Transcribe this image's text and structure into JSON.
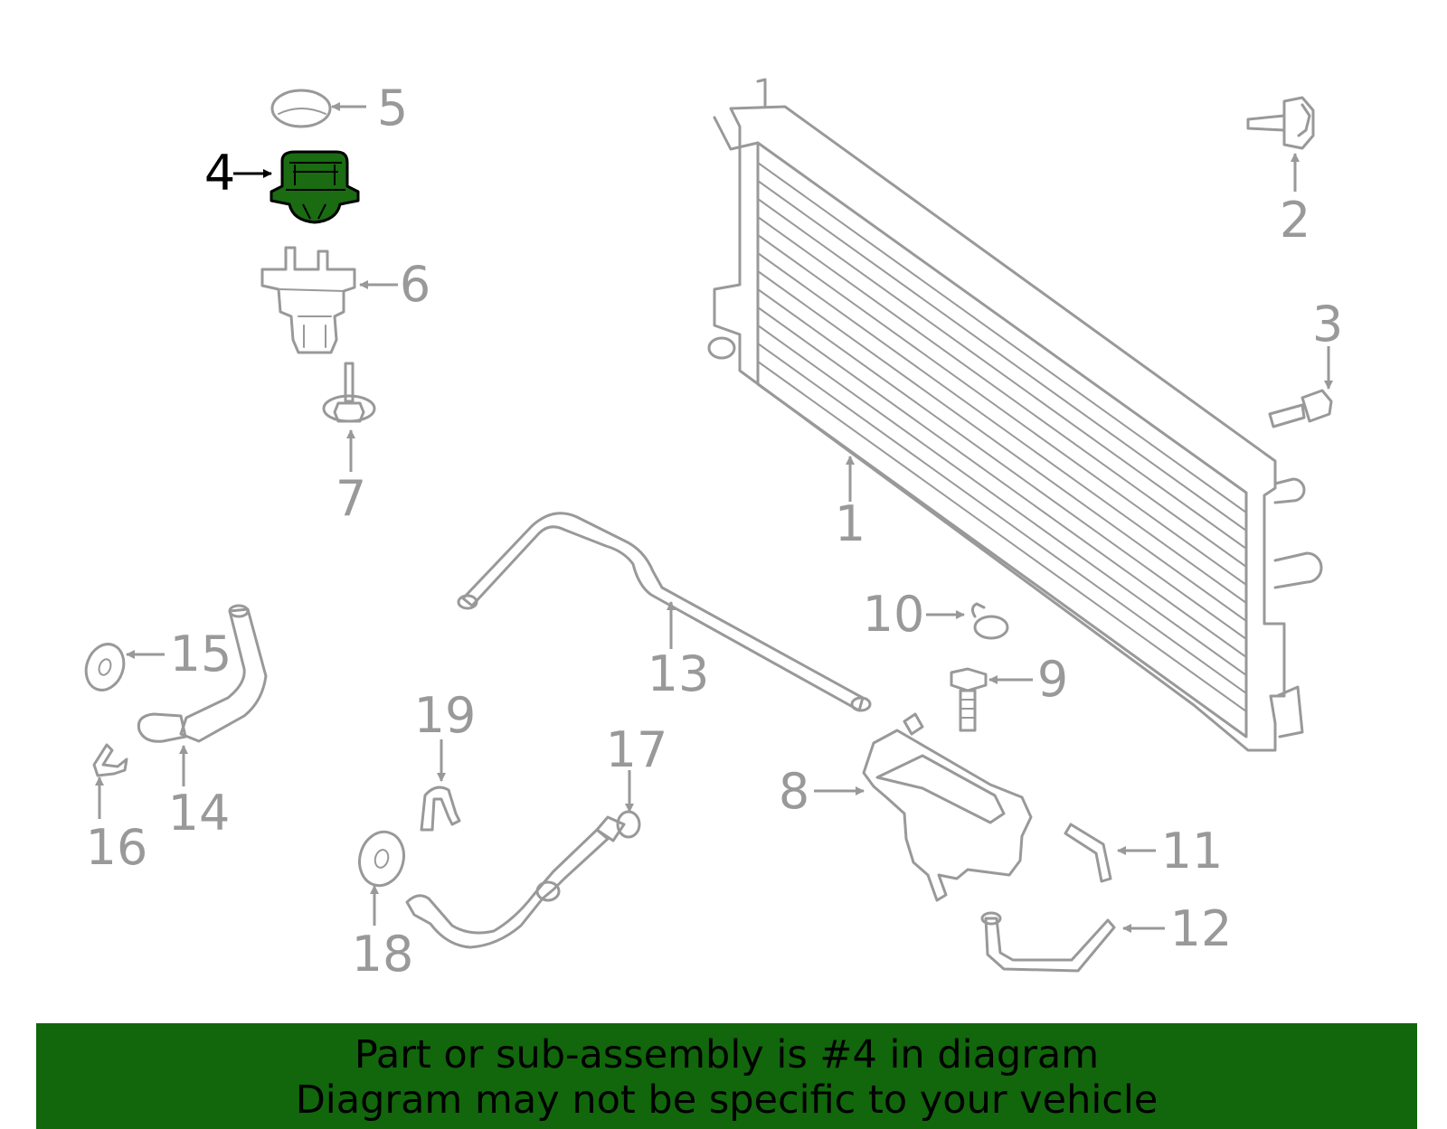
{
  "callouts": {
    "c1": "1",
    "c2": "2",
    "c3": "3",
    "c4": "4",
    "c5": "5",
    "c6": "6",
    "c7": "7",
    "c8": "8",
    "c9": "9",
    "c10": "10",
    "c11": "11",
    "c12": "12",
    "c13": "13",
    "c14": "14",
    "c15": "15",
    "c16": "16",
    "c17": "17",
    "c18": "18",
    "c19": "19"
  },
  "highlighted_part": "4",
  "colors": {
    "highlight_fill": "#1a6b12",
    "part_stroke": "#999999",
    "banner_bg": "#12660c",
    "banner_text": "#000000"
  },
  "banner": {
    "line1": "Part or sub-assembly is #4 in diagram",
    "line2": "Diagram may not be specific to your vehicle"
  }
}
